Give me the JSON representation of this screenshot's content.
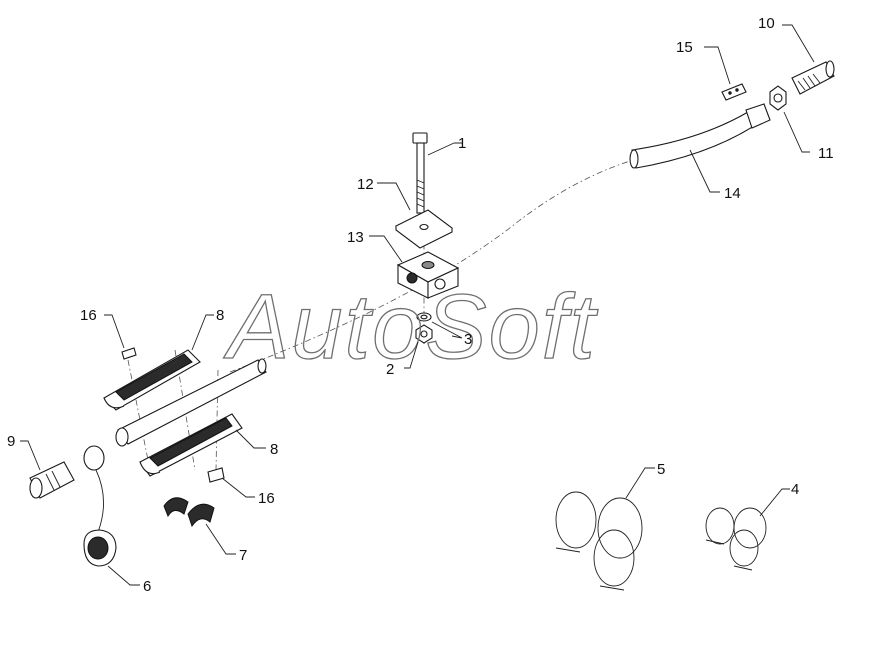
{
  "watermark": "AutoSoft",
  "callouts": {
    "p1": "1",
    "p2": "2",
    "p3": "3",
    "p4": "4",
    "p5": "5",
    "p6": "6",
    "p7": "7",
    "p8a": "8",
    "p8b": "8",
    "p9": "9",
    "p10": "10",
    "p11": "11",
    "p12": "12",
    "p13": "13",
    "p14": "14",
    "p15": "15",
    "p16a": "16",
    "p16b": "16"
  }
}
